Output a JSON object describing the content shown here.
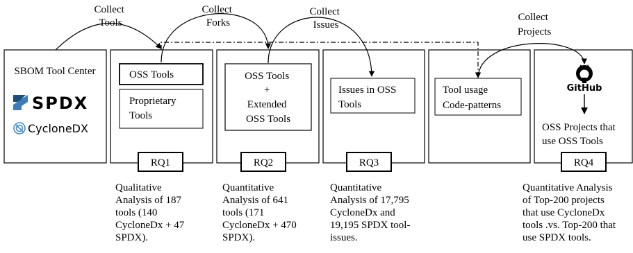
{
  "arrows": {
    "collect_tools": [
      "Collect",
      "Tools"
    ],
    "collect_forks": [
      "Collect",
      "Forks"
    ],
    "collect_issues": [
      "Collect",
      "Issues"
    ],
    "collect_projects": [
      "Collect",
      "Projects"
    ]
  },
  "panels": {
    "tool_center": {
      "title": "SBOM Tool Center",
      "spdx_logo": "SPDX",
      "cyclonedx_logo": "CycloneDX"
    },
    "rq1": {
      "box1": "OSS Tools",
      "box2": [
        "Proprietary",
        "Tools"
      ],
      "rq": "RQ1"
    },
    "rq2": {
      "box": [
        "OSS Tools",
        "+",
        "Extended",
        "OSS Tools"
      ],
      "rq": "RQ2"
    },
    "rq3": {
      "box": [
        "Issues in OSS",
        "Tools"
      ],
      "rq": "RQ3"
    },
    "usage": {
      "box": [
        "Tool usage",
        "Code-patterns"
      ]
    },
    "rq4": {
      "github_logo": "GitHub",
      "text": [
        "OSS Projects that",
        "use OSS Tools"
      ],
      "rq": "RQ4"
    }
  },
  "descriptions": {
    "rq1": [
      "Qualitative",
      "Analysis of 187",
      "tools (140",
      "CycloneDx + 47",
      "SPDX)."
    ],
    "rq2": [
      "Quantitative",
      "Analysis of 641",
      "tools (171",
      "CycloneDx + 470",
      "SPDX)."
    ],
    "rq3": [
      "Quantitative",
      "Analysis of 17,795",
      "CycloneDx and",
      "19,195 SPDX tool-",
      "issues."
    ],
    "rq4": [
      "Quantitative Analysis",
      "of Top-200 projects",
      "that use CycloneDx",
      "tools .vs. Top-200 that",
      "use SPDX tools."
    ]
  },
  "colors": {
    "spdx_blue": "#1f4e79",
    "cyclonedx_blue": "#3e8ec9"
  },
  "icons": {
    "github": "github-icon",
    "spdx": "spdx-mark-icon",
    "cyclonedx": "cyclonedx-ring-icon"
  }
}
